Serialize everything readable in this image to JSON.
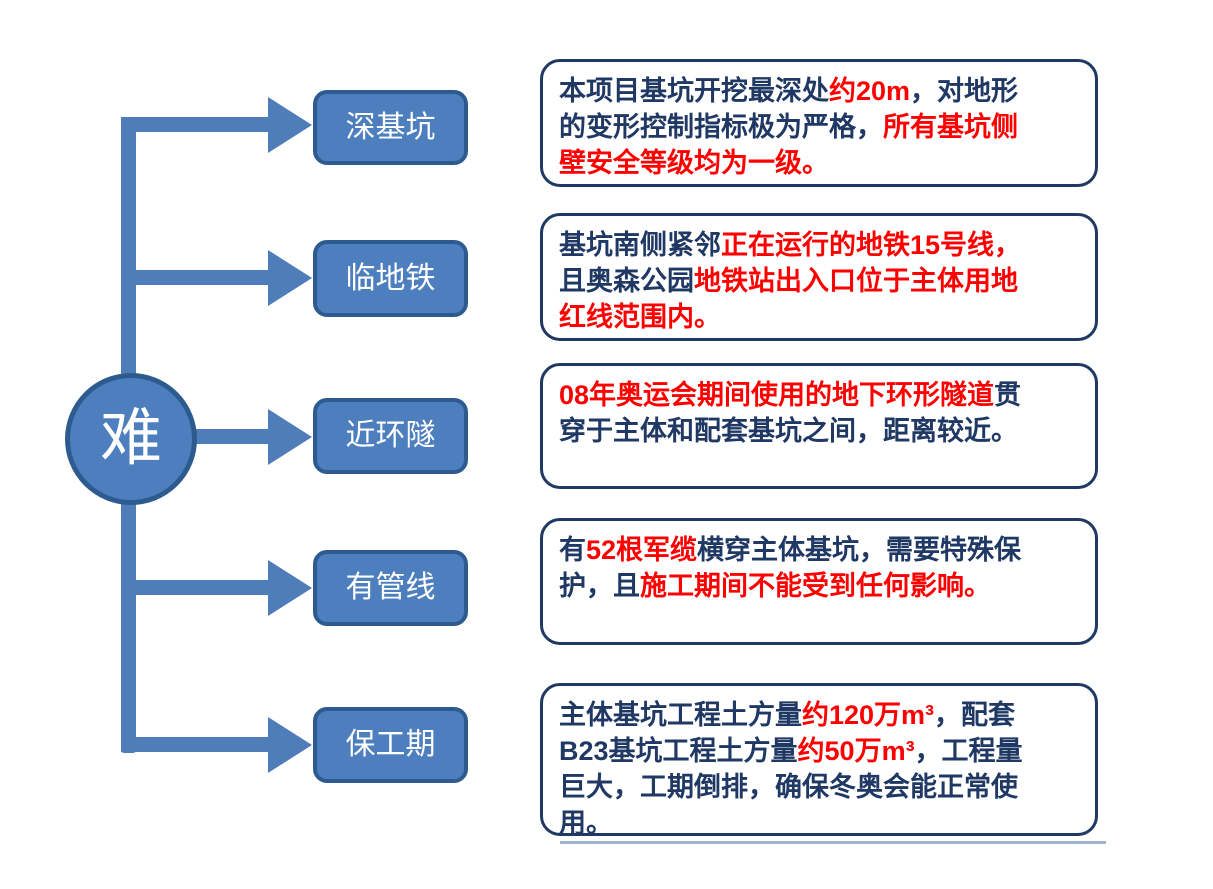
{
  "colors": {
    "accent_blue": "#4D7EBD",
    "accent_dark_border": "#2E5B8F",
    "connector_blue": "#4F7DBA",
    "box_border_navy": "#1F3864",
    "text_navy": "#1F3864",
    "text_red": "#FF0000"
  },
  "hub": {
    "label": "难"
  },
  "rows": [
    {
      "label": "深基坑",
      "segments": [
        {
          "text": "本项目基坑开挖最深处",
          "color": "navy"
        },
        {
          "text": "约20m",
          "color": "red"
        },
        {
          "text": "，对地形的变形控制指标极为严格，",
          "color": "navy"
        },
        {
          "text": "所有基坑侧壁安全等级均为一级。",
          "color": "red"
        }
      ]
    },
    {
      "label": "临地铁",
      "segments": [
        {
          "text": "基坑南侧紧邻",
          "color": "navy"
        },
        {
          "text": "正在运行的地铁15号线，",
          "color": "red"
        },
        {
          "text": "且奥森公园",
          "color": "navy"
        },
        {
          "text": "地铁站出入口位于主体用地红线范围内。",
          "color": "red"
        }
      ]
    },
    {
      "label": "近环隧",
      "segments": [
        {
          "text": "08年奥运会期间使用的地下环形隧道",
          "color": "red"
        },
        {
          "text": "贯穿于主体和配套基坑之间，距离较近。",
          "color": "navy"
        }
      ]
    },
    {
      "label": "有管线",
      "segments": [
        {
          "text": "有",
          "color": "navy"
        },
        {
          "text": "52根军缆",
          "color": "red"
        },
        {
          "text": "横穿主体基坑，需要特殊保护，且",
          "color": "navy"
        },
        {
          "text": "施工期间不能受到任何影响。",
          "color": "red"
        }
      ]
    },
    {
      "label": "保工期",
      "segments": [
        {
          "text": "主体基坑工程土方量",
          "color": "navy"
        },
        {
          "text": "约120万m³",
          "color": "red"
        },
        {
          "text": "，配套B23基坑工程土方量",
          "color": "navy"
        },
        {
          "text": "约50万m³",
          "color": "red"
        },
        {
          "text": "，工程量巨大，工期倒排，确保冬奥会能正常使用。",
          "color": "navy"
        }
      ]
    }
  ]
}
